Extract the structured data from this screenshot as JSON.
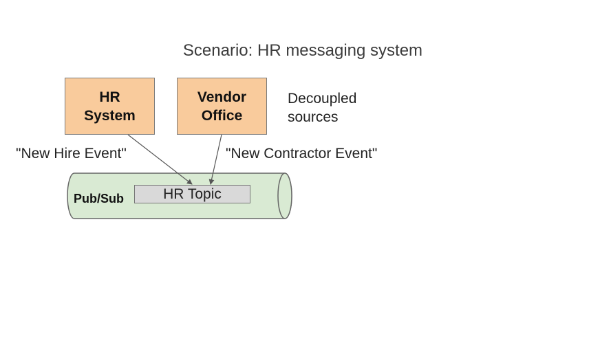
{
  "title": "Scenario: HR messaging system",
  "sources": [
    {
      "label": "HR\nSystem"
    },
    {
      "label": "Vendor\nOffice"
    }
  ],
  "note": "Decoupled\nsources",
  "events": {
    "hire": "\"New Hire Event\"",
    "contractor": "\"New Contractor Event\""
  },
  "pubsub": {
    "label": "Pub/Sub",
    "topic": "HR Topic"
  },
  "colors": {
    "source_fill": "#f9cb9c",
    "pipe_fill": "#d9ead3",
    "topic_fill": "#d9d9d9"
  }
}
